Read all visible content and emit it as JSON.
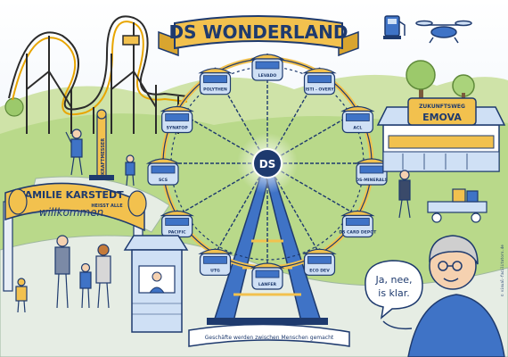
{
  "banner": {
    "title": "DS WONDERLAND"
  },
  "hub": {
    "logo": "DS"
  },
  "gondolas": [
    "LEVADO",
    "ISTI - OVERY",
    "ACL",
    "DS-MINERALS",
    "DS CARD DEPOT",
    "ECO DEV",
    "LANFER",
    "UTG",
    "PACIFIC",
    "SCS",
    "SYNATOP",
    "POLYTHEN"
  ],
  "welcome_arch": {
    "family": "FAMILIE KARSTEDT",
    "subline": "HEISST ALLE",
    "welcome": "willkommen"
  },
  "booth": {
    "title_top": "ZUKUNFTSWEG",
    "title_main": "EMOVA"
  },
  "caption": {
    "text": "Geschäfte werden zwischen Menschen gemacht"
  },
  "speech": {
    "line1": "Ja, nee,",
    "line2": "is klar."
  },
  "high_striker": {
    "label": "KRAFTMESSER"
  },
  "credit": {
    "text": "© visual-facilitators.de"
  },
  "colors": {
    "sky": "#eaf2fb",
    "grass": "#b9d98a",
    "path": "#e6ede4",
    "navy": "#1e3a6e",
    "yellow": "#f2c14e",
    "blue": "#3f73c6",
    "light_blue": "#cfe0f5"
  }
}
